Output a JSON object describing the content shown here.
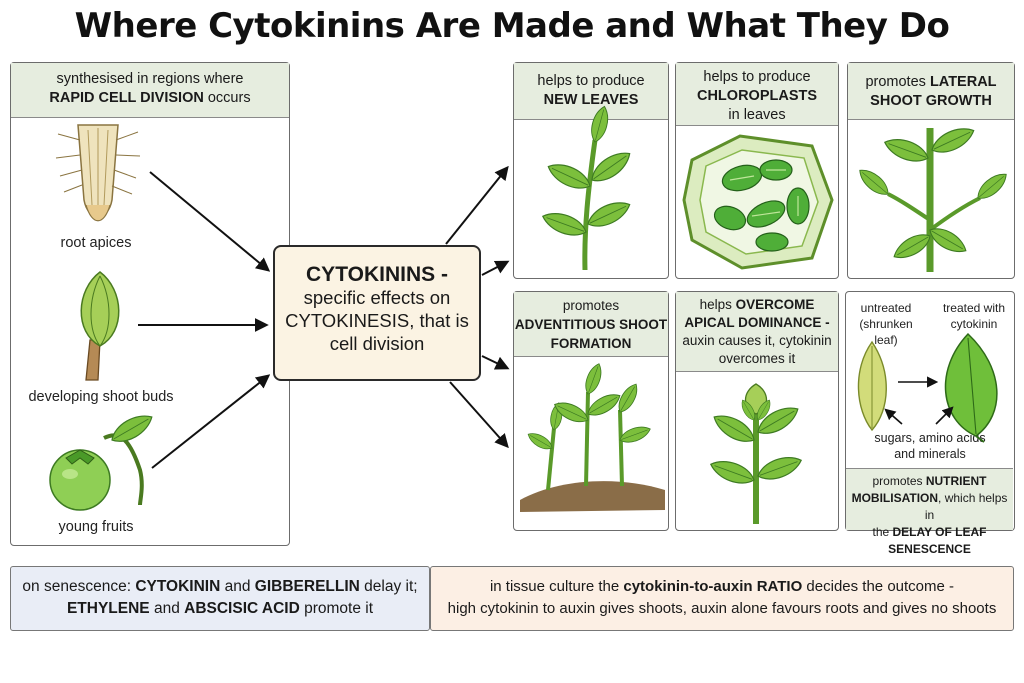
{
  "title": "Where Cytokinins Are Made and What They Do",
  "sources": {
    "header_line1": "synthesised in regions where",
    "header_line2_bold": "RAPID CELL DIVISION",
    "header_line2_rest": " occurs",
    "items": [
      {
        "label": "root apices",
        "icon": "root-tip-icon"
      },
      {
        "label": "developing shoot buds",
        "icon": "shoot-bud-icon"
      },
      {
        "label": "young fruits",
        "icon": "young-fruit-icon"
      }
    ]
  },
  "center": {
    "line1": "CYTOKININS -",
    "line2": "specific effects on",
    "line3": "CYTOKINESIS, that is",
    "line4": "cell division"
  },
  "effects": {
    "new_leaves": {
      "line1": "helps to produce",
      "line2": "NEW LEAVES",
      "icon": "leafy-shoot-icon"
    },
    "chloroplasts": {
      "line1": "helps to produce",
      "line2": "CHLOROPLASTS",
      "line3": "in leaves",
      "icon": "chloroplast-cell-icon"
    },
    "lateral": {
      "line1_plain": "promotes ",
      "line1_bold": "LATERAL",
      "line2": "SHOOT GROWTH",
      "icon": "lateral-shoot-icon"
    },
    "adventitious": {
      "line1": "promotes",
      "line2": "ADVENTITIOUS SHOOT",
      "line3": "FORMATION",
      "icon": "adventitious-shoots-icon"
    },
    "apical": {
      "line1_plain": "helps ",
      "line1_bold": "OVERCOME",
      "line2": "APICAL DOMINANCE -",
      "line3": "auxin causes it, cytokinin",
      "line4": "overcomes it",
      "icon": "apical-bud-icon"
    },
    "nutrient": {
      "untreated_1": "untreated",
      "untreated_2": "(shrunken leaf)",
      "treated_1": "treated with",
      "treated_2": "cytokinin",
      "sugars_1": "sugars, amino acids",
      "sugars_2": "and minerals",
      "footer_1_plain": "promotes ",
      "footer_1_bold": "NUTRIENT",
      "footer_2_bold": "MOBILISATION",
      "footer_2_rest": ", which helps in",
      "footer_3_plain": "the ",
      "footer_3_bold": "DELAY OF LEAF SENESCENCE"
    }
  },
  "footer": {
    "left_1_plain": "on senescence: ",
    "left_1_b1": "CYTOKININ",
    "left_1_mid": " and ",
    "left_1_b2": "GIBBERELLIN",
    "left_1_end": " delay it;",
    "left_2_b1": "ETHYLENE",
    "left_2_mid": " and ",
    "left_2_b2": "ABSCISIC ACID",
    "left_2_end": " promote it",
    "right_1_plain": "in tissue culture the ",
    "right_1_bold": "cytokinin-to-auxin RATIO",
    "right_1_end": " decides the outcome -",
    "right_2": "high cytokinin to auxin gives shoots, auxin alone favours roots and gives no shoots"
  },
  "colors": {
    "header_fill": "#e6eddf",
    "center_fill": "#fbf3e3",
    "footer_left_fill": "#e9edf6",
    "footer_right_fill": "#fcefe4",
    "leaf_green": "#7cbf3c",
    "leaf_dark": "#3d7a22"
  }
}
